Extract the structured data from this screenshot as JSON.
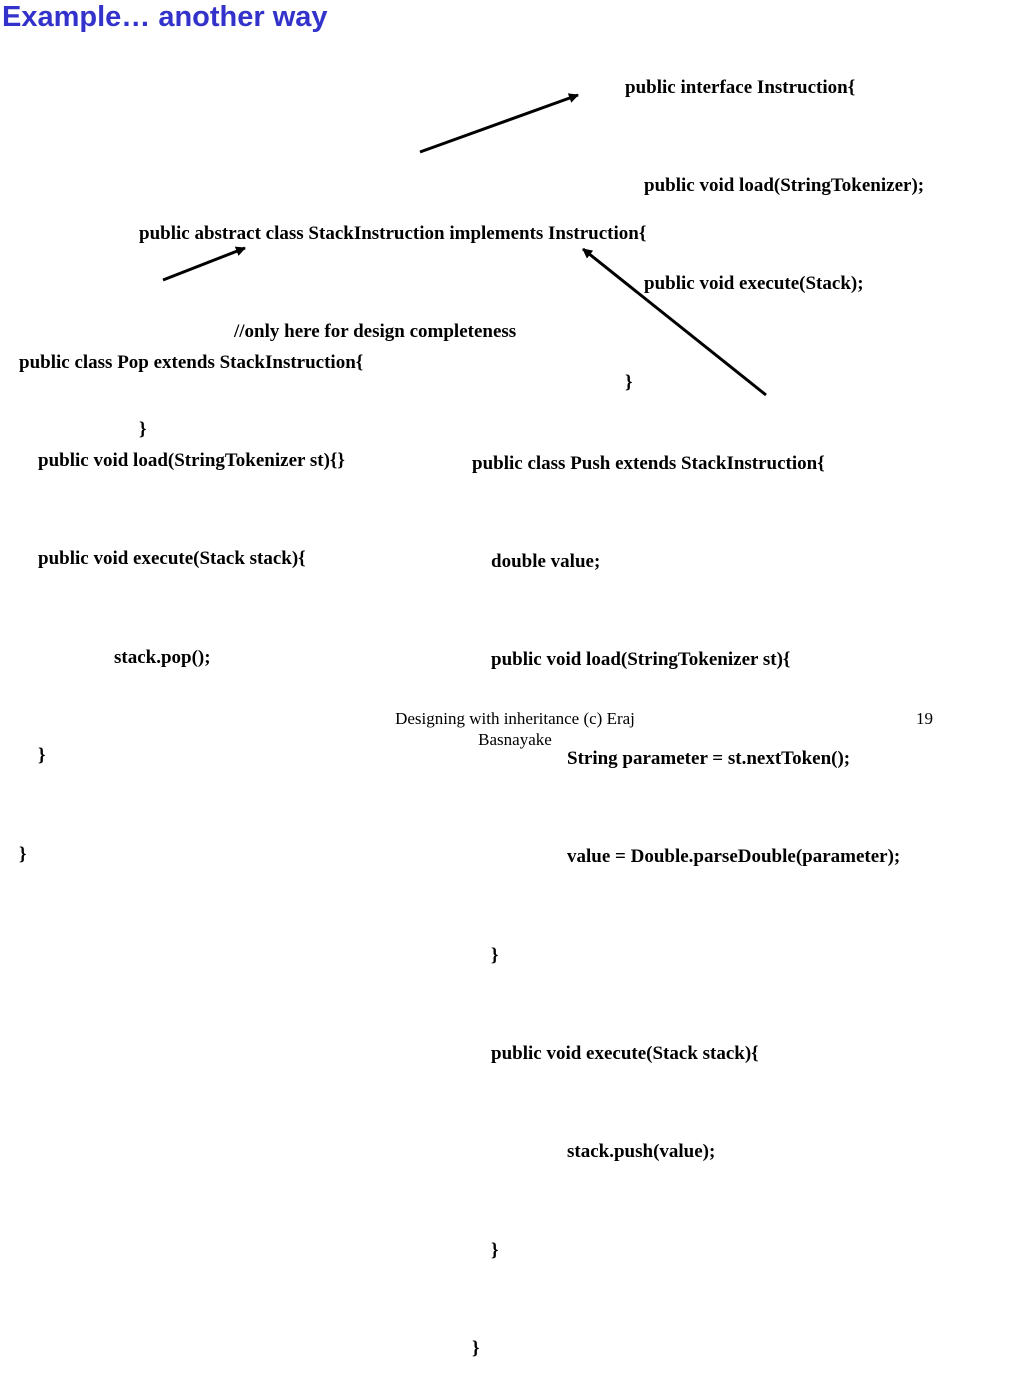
{
  "slide": {
    "title": "Example… another way"
  },
  "code_blocks": {
    "interface": [
      "public interface Instruction{",
      "    public void load(StringTokenizer);",
      "    public void execute(Stack);",
      "}"
    ],
    "abstract": [
      "public abstract class StackInstruction implements Instruction{",
      "                    //only here for design completeness",
      "}"
    ],
    "pop": [
      "public class Pop extends StackInstruction{",
      "    public void load(StringTokenizer st){}",
      "    public void execute(Stack stack){",
      "                    stack.pop();",
      "    }",
      "}"
    ],
    "push": [
      "public class Push extends StackInstruction{",
      "    double value;",
      "    public void load(StringTokenizer st){",
      "                    String parameter = st.nextToken();",
      "                    value = Double.parseDouble(parameter);",
      "    }",
      "    public void execute(Stack stack){",
      "                    stack.push(value);",
      "    }",
      "}"
    ]
  },
  "footer": {
    "text": "Designing with inheritance (c) Eraj Basnayake",
    "page_number": "19"
  }
}
